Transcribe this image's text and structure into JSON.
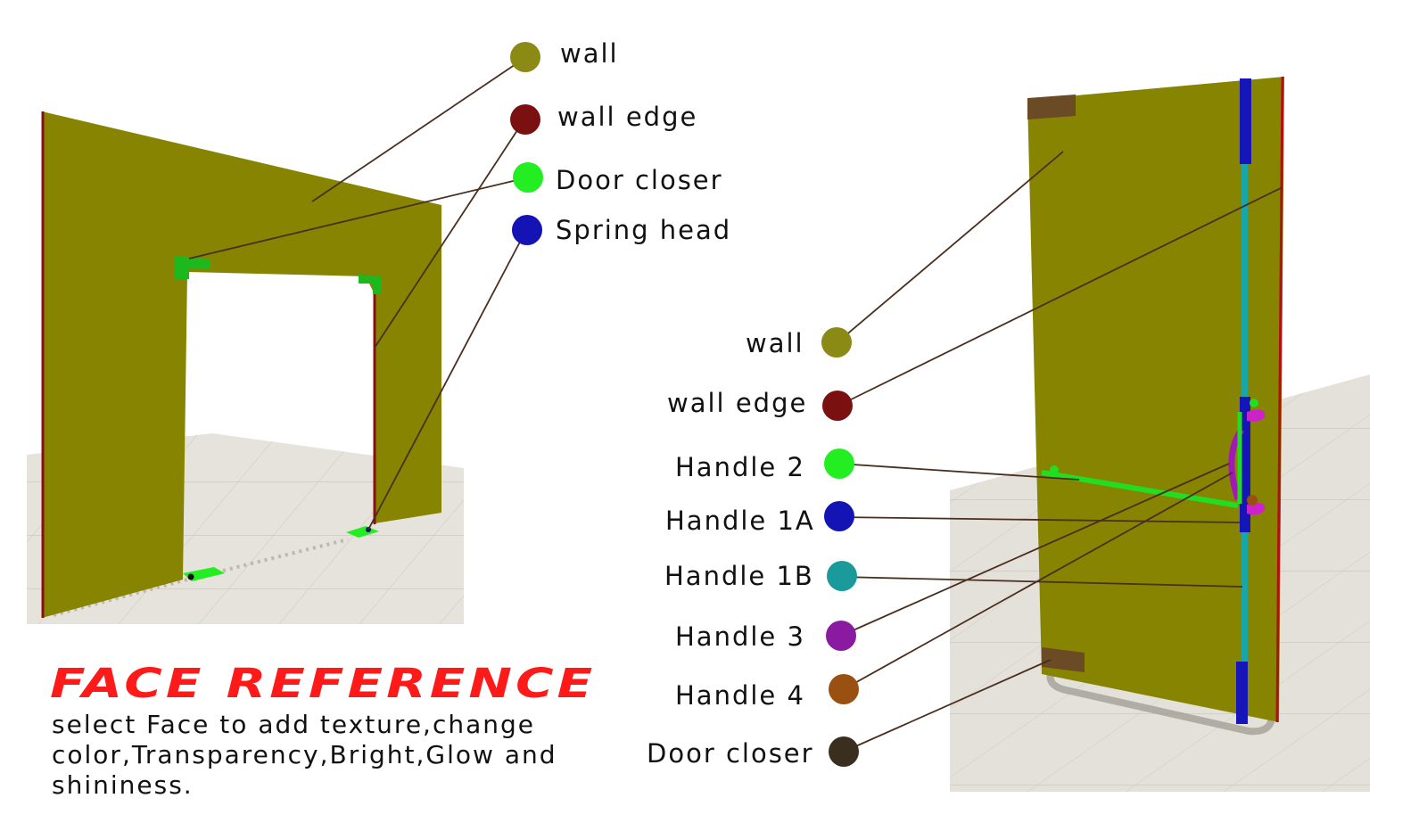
{
  "left_legend": [
    {
      "label": "wall",
      "color": "#8a8a14"
    },
    {
      "label": "wall edge",
      "color": "#7a1010"
    },
    {
      "label": "Door closer",
      "color": "#22ee22"
    },
    {
      "label": "Spring head",
      "color": "#1414b4"
    }
  ],
  "right_legend": [
    {
      "label": "wall",
      "color": "#8a8a14"
    },
    {
      "label": "wall edge",
      "color": "#7a1010"
    },
    {
      "label": "Handle 2",
      "color": "#22ee22"
    },
    {
      "label": "Handle 1A",
      "color": "#1414b4"
    },
    {
      "label": "Handle 1B",
      "color": "#1a9a9a"
    },
    {
      "label": "Handle 3",
      "color": "#8a1aa0"
    },
    {
      "label": "Handle 4",
      "color": "#9a5010"
    },
    {
      "label": "Door closer",
      "color": "#3a2e1e"
    }
  ],
  "title": "FACE REFERENCE",
  "description": "select Face to add texture,change color,Transparency,Bright,Glow and shininess.",
  "colors": {
    "wall_face": "#868400",
    "floor": "#e4e1da",
    "title_red": "#ff1a1a",
    "leader_line": "#4a2e1e"
  }
}
